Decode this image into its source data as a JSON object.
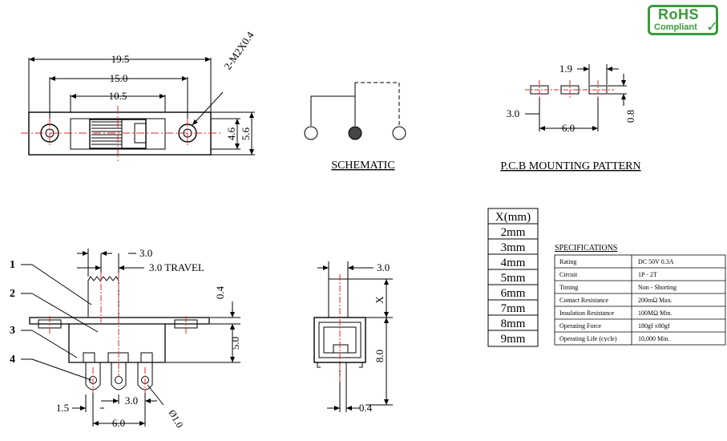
{
  "badge": {
    "line1": "RoHS",
    "line2": "Compliant"
  },
  "top_view": {
    "dim_overall": "19.5",
    "dim_holes": "15.0",
    "dim_slot": "10.5",
    "dim_height_inner": "4.6",
    "dim_height_outer": "5.6",
    "screw_callout": "2-M2X0.4"
  },
  "schematic": {
    "title": "SCHEMATIC"
  },
  "pcb": {
    "title": "P.C.B MOUNTING PATTERN",
    "dim_pad_width": "1.9",
    "dim_left": "3.0",
    "dim_span": "6.0",
    "dim_pad_height": "0.8"
  },
  "side_view": {
    "callouts": [
      "1",
      "2",
      "3",
      "4"
    ],
    "dim_actuator": "3.0",
    "travel": "3.0 TRAVEL",
    "dim_top": "0.4",
    "dim_body": "5.0",
    "dim_pin_offset": "1.5",
    "dim_pin_pitch": "3.0",
    "dim_pin_span": "6.0",
    "dim_hole": "Ø1.0"
  },
  "end_view": {
    "dim_actuator": "3.0",
    "dim_x": "X",
    "dim_height": "8.0",
    "dim_pin": "0.4"
  },
  "x_table": {
    "header": "X(mm)",
    "rows": [
      "2mm",
      "3mm",
      "4mm",
      "5mm",
      "6mm",
      "7mm",
      "8mm",
      "9mm"
    ]
  },
  "specifications": {
    "title": "SPECIFICATIONS",
    "rows": [
      {
        "label": "Rating",
        "value": "DC 50V  0.3A"
      },
      {
        "label": "Circuit",
        "value": "1P - 2T"
      },
      {
        "label": "Timing",
        "value": "Non - Shorting"
      },
      {
        "label": "Contact Resistance",
        "value": "200mΩ  Max."
      },
      {
        "label": "Insulation Resistance",
        "value": "100MΩ Min."
      },
      {
        "label": "Operating Force",
        "value": "180gf  ±80gf"
      },
      {
        "label": "Operating Life (cycle)",
        "value": "10,000 Min."
      }
    ]
  }
}
